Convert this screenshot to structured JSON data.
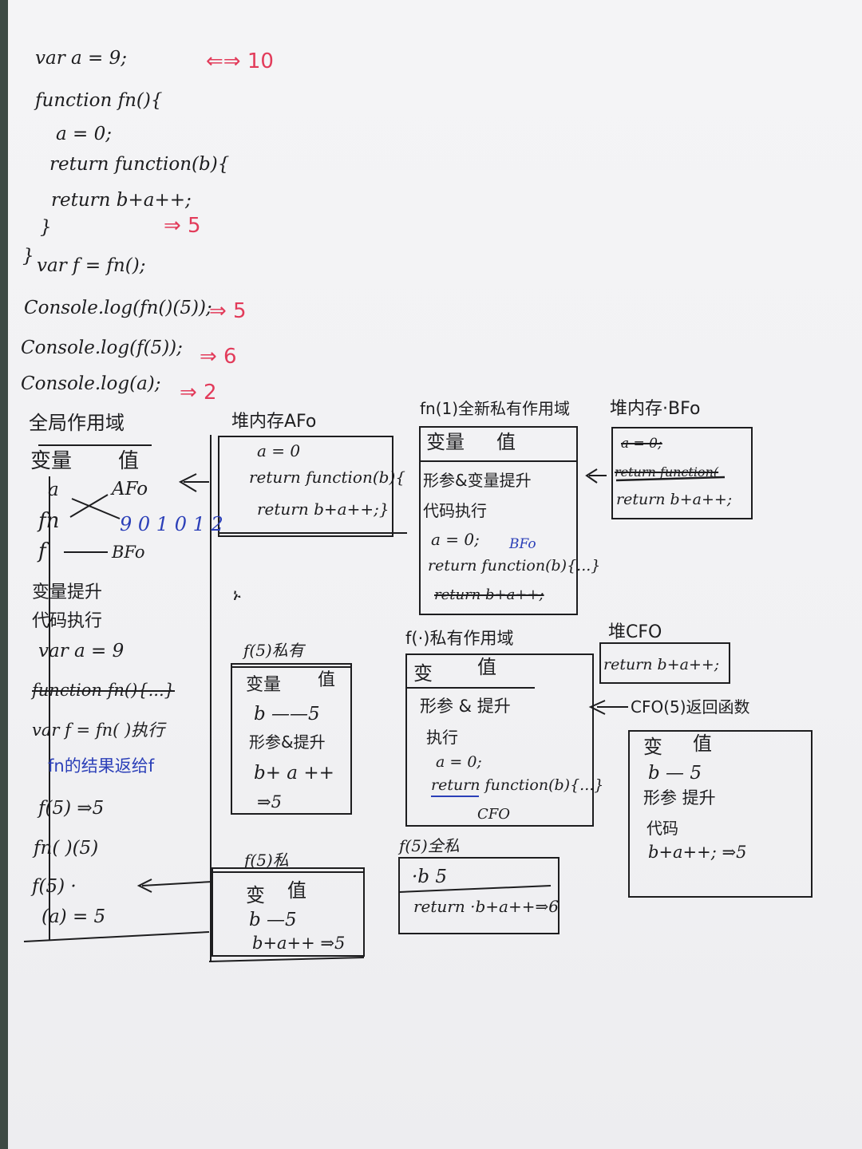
{
  "code": {
    "line1": "var a = 9;",
    "line1_note": "⇐⇒ 10",
    "line2": "function fn(){",
    "line3": "a = 0;",
    "line4": "return function(b){",
    "line5": "return b+a++;",
    "line6": "}",
    "line6_note": "⇒ 5",
    "line7_brace": "}",
    "line7": "var f = fn();",
    "line8": "Console.log(fn()(5));",
    "line8_note": "⇒ 5",
    "line9": "Console.log(f(5));",
    "line9_note": "⇒ 6",
    "line10": "Console.log(a);",
    "line10_note": "⇒ 2"
  },
  "global": {
    "title": "全局作用域",
    "col_var": "变量",
    "col_val": "值",
    "var_a": "a",
    "var_fn": "fn",
    "var_f": "f",
    "val_afo": "AFo",
    "val_nums": "9 0 1 0 1 2",
    "val_bfo": "BFo",
    "hoist": "变量提升",
    "exec": "代码执行",
    "s1": "var a = 9",
    "s2": "function fn(){...}",
    "s3": "var f = fn(  )执行",
    "s4": "fn的结果返给f",
    "s5": "f(5) ⇒5",
    "s6": "fn( )(5)",
    "s7": "f(5) ·",
    "s8": "(a) = 5"
  },
  "heap_afo": {
    "title": "堆内存AFo",
    "l1": "a = 0",
    "l2": "return function(b){",
    "l3": "return b+a++;}"
  },
  "fn_private": {
    "title": "fn(1)全新私有作用域",
    "col_var": "变量",
    "col_val": "值",
    "l1": "形参&变量提升",
    "l2": "代码执行",
    "l3": "a = 0;",
    "l3_note": "BFo",
    "l4": "return function(b){...}",
    "l5": "return b+a++;"
  },
  "heap_bfo": {
    "title": "堆内存·BFo",
    "l1": "a = 0;",
    "l2": "return function(",
    "l3": "return b+a++;"
  },
  "f5_private_a": {
    "title": "f(5)私有",
    "col_var": "变量",
    "col_val": "值",
    "l1": "b ——5",
    "l2": "形参&提升",
    "l3": "b+ a ++",
    "l4": "⇒5"
  },
  "fn_private_2": {
    "title": "f(·)私有作用域",
    "col_var": "变",
    "col_val": "值",
    "l1": "形参 & 提升",
    "l2": "执行",
    "l3": "a = 0;",
    "l4": "return function(b){...}",
    "l5": "CFO"
  },
  "heap_cfo": {
    "title": "堆CFO",
    "l1": "return b+a++;"
  },
  "cfo_call": {
    "title": "CFO(5)返回函数",
    "col_var": "变",
    "col_val": "值",
    "l1": "b — 5",
    "l2": "形参 提升",
    "l3": "代码",
    "l4": "b+a++; ⇒5"
  },
  "f5_private_b": {
    "title": "f(5)私",
    "col_var": "变",
    "col_val": "值",
    "l1": "b —5",
    "l2": "b+a++ ⇒5"
  },
  "f5_full": {
    "title": "f(5)全私",
    "l1": "·b   5",
    "l2": "return ·b+a++⇒6"
  },
  "misc": {
    "mark": "ኑ"
  }
}
